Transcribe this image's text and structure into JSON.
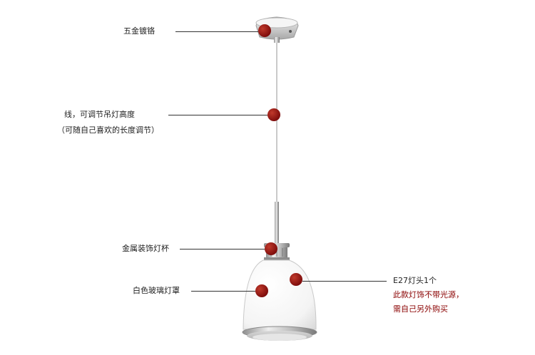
{
  "annotations": {
    "hardware": "五金镀铬",
    "cable_line1": "线，可调节吊灯高度",
    "cable_line2": "（可随自己喜欢的长度调节）",
    "cup": "金属装饰灯杯",
    "shade": "白色玻璃灯罩",
    "socket": "E27灯头1个",
    "notice_line1": "此款灯饰不带光源，",
    "notice_line2": "需自己另外购买"
  },
  "colors": {
    "marker": "#8b0d0d",
    "notice_text": "#8a0000",
    "chrome": "#c9c9c9",
    "shade": "#ffffff"
  }
}
